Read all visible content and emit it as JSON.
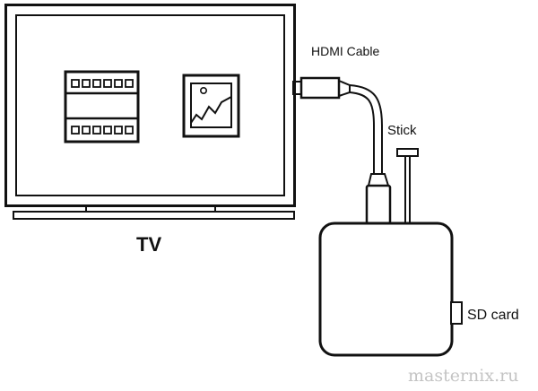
{
  "labels": {
    "hdmi_cable": "HDMI Cable",
    "stick": "Stick",
    "tv": "TV",
    "sd_card": "SD card"
  },
  "watermark": "masternix.ru",
  "colors": {
    "line": "#111111",
    "watermark": "#c4c4c4",
    "background": "#ffffff"
  },
  "icons": {
    "on_screen_left": "film-strip-icon",
    "on_screen_right": "picture-icon"
  }
}
